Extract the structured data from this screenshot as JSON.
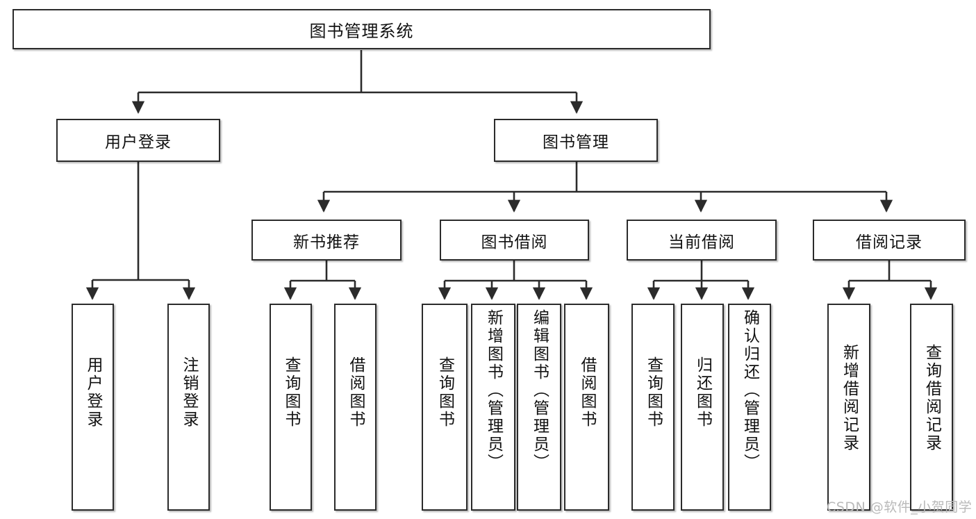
{
  "diagram": {
    "type": "tree-hierarchy",
    "title": "图书管理系统",
    "watermark": "CSDN @软件_小贺同学",
    "colors": {
      "box_border": "#2b2b2b",
      "box_fill": "#ffffff",
      "edge": "#2b2b2b",
      "watermark": "#b9b9b9"
    },
    "nodes": {
      "root": {
        "label": "图书管理系统"
      },
      "level2": [
        {
          "label": "用户登录"
        },
        {
          "label": "图书管理"
        }
      ],
      "level3": [
        {
          "label": "新书推荐"
        },
        {
          "label": "图书借阅"
        },
        {
          "label": "当前借阅"
        },
        {
          "label": "借阅记录"
        }
      ],
      "leaves_user_login": [
        {
          "label": "用户登录"
        },
        {
          "label": "注销登录"
        }
      ],
      "leaves_new_book": [
        {
          "label": "查询图书"
        },
        {
          "label": "借阅图书"
        }
      ],
      "leaves_borrow": [
        {
          "label": "查询图书"
        },
        {
          "label": "新增图书（管理员）"
        },
        {
          "label": "编辑图书（管理员）"
        },
        {
          "label": "借阅图书"
        }
      ],
      "leaves_current": [
        {
          "label": "查询图书"
        },
        {
          "label": "归还图书"
        },
        {
          "label": "确认归还（管理员）"
        }
      ],
      "leaves_records": [
        {
          "label": "新增借阅记录"
        },
        {
          "label": "查询借阅记录"
        }
      ]
    }
  }
}
